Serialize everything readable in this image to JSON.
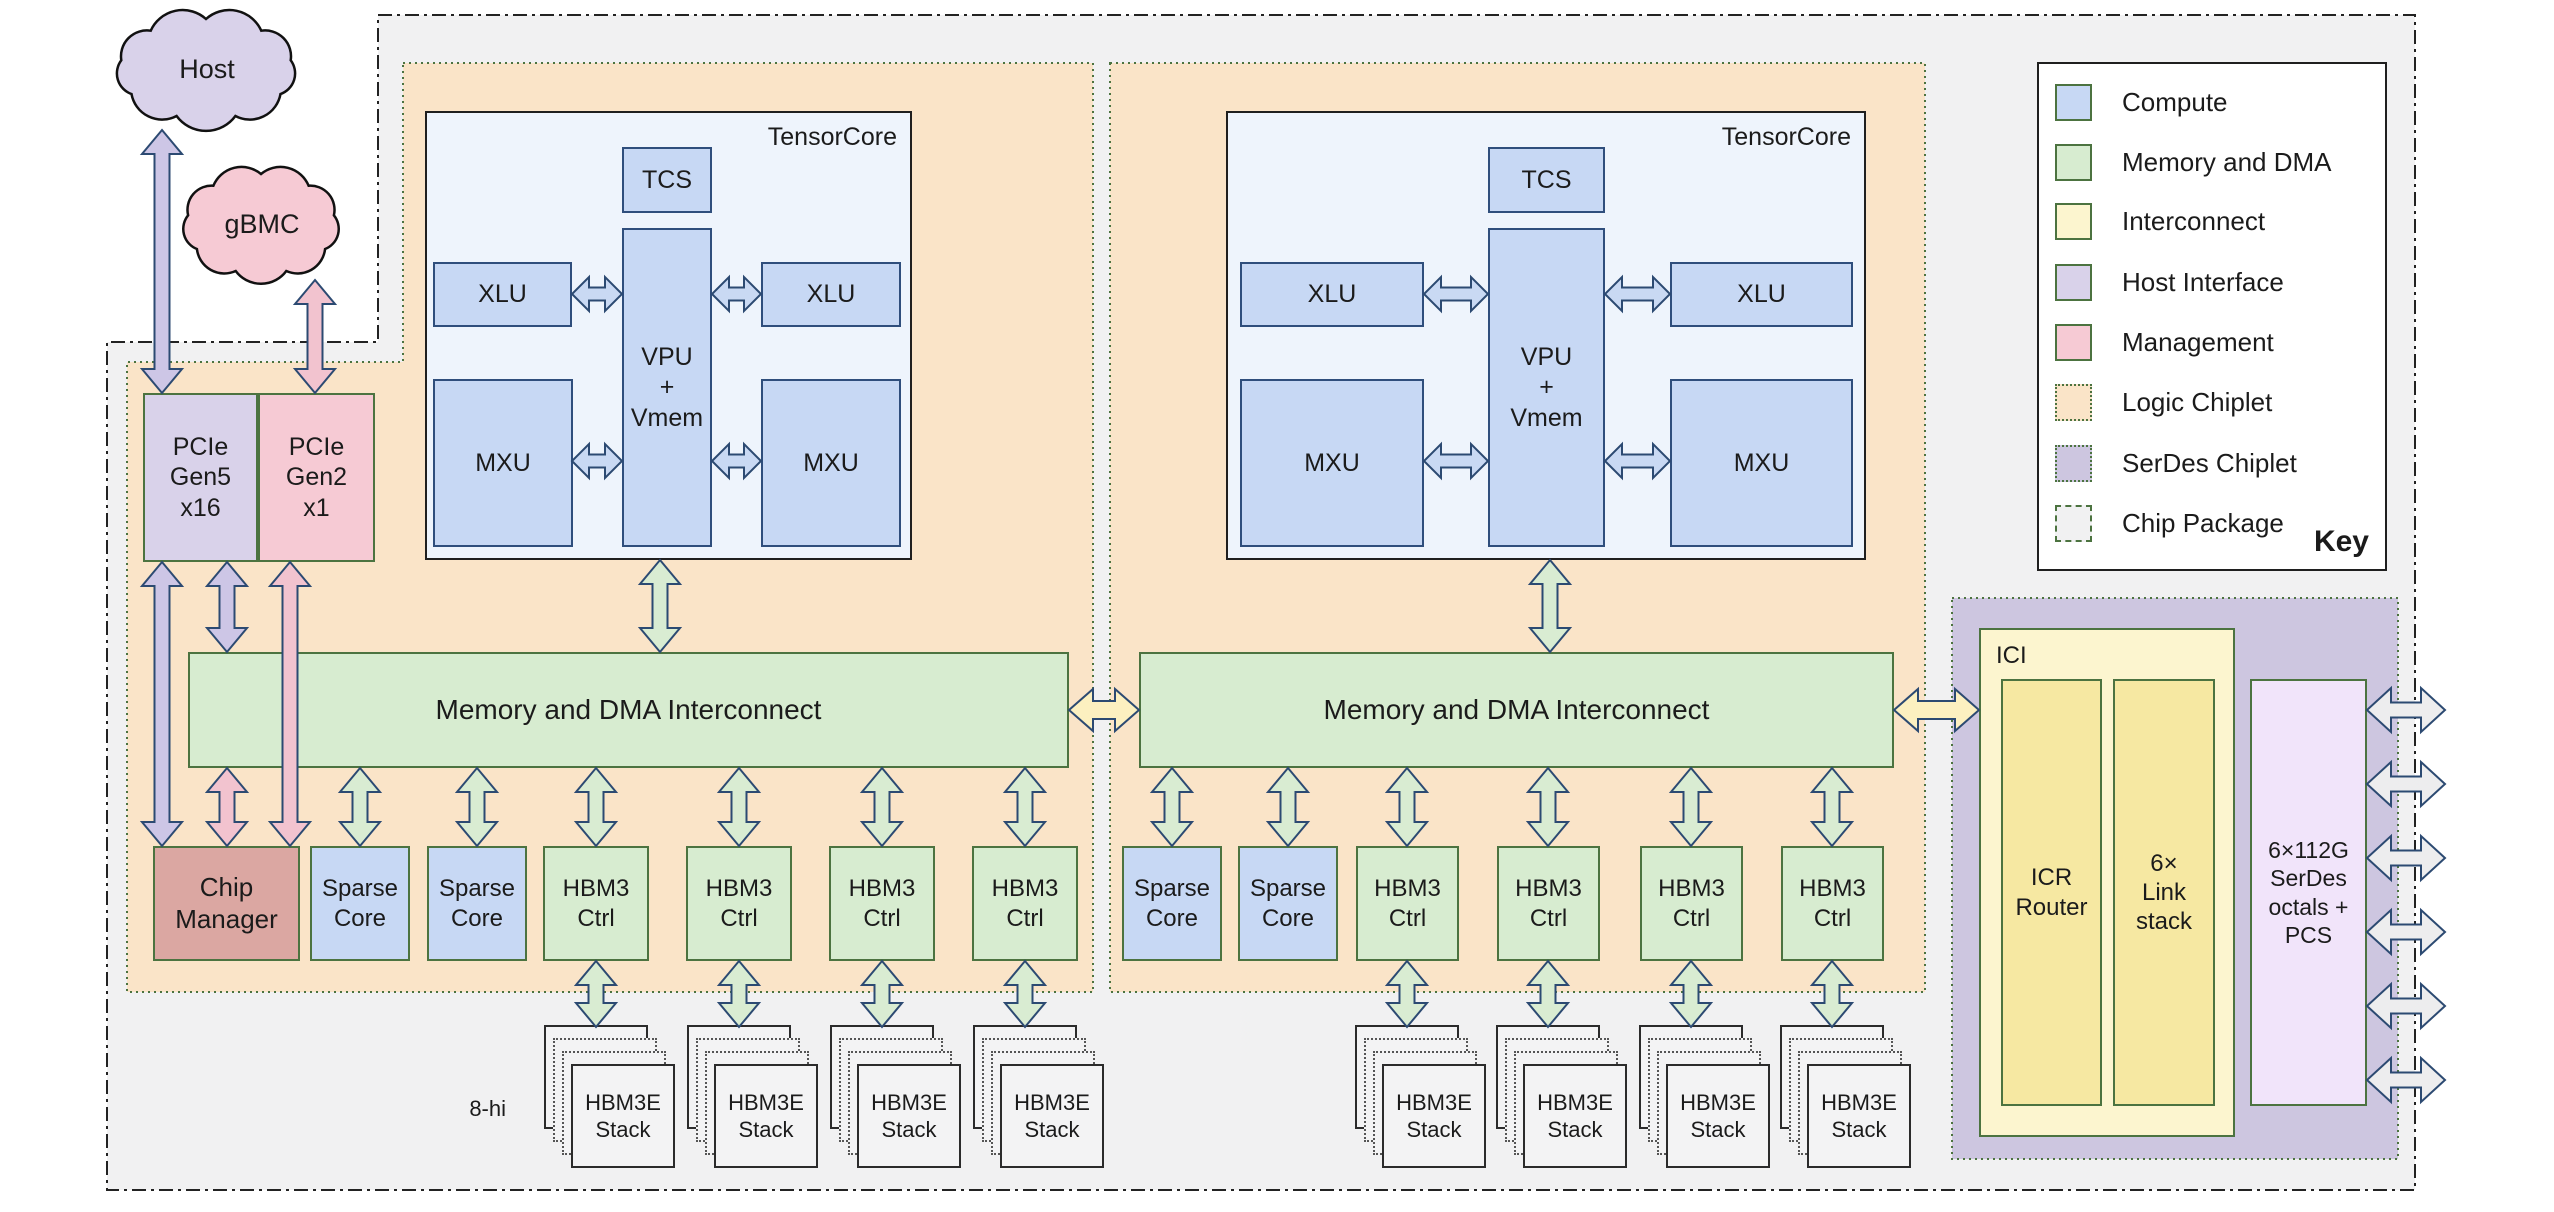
{
  "clouds": {
    "host": "Host",
    "gbmc": "gBMC"
  },
  "pcie": {
    "gen5": "PCIe\nGen5\nx16",
    "gen2": "PCIe\nGen2\nx1"
  },
  "chip_manager": "Chip\nManager",
  "sparse_core": "Sparse\nCore",
  "hbm_ctrl": "HBM3\nCtrl",
  "hbm_stack": "HBM3E\nStack",
  "stack_height_label": "8-hi",
  "tensorcore": {
    "title": "TensorCore",
    "tcs": "TCS",
    "xlu": "XLU",
    "vpu": "VPU\n+\nVmem",
    "mxu": "MXU"
  },
  "interconnect_label": "Memory and DMA Interconnect",
  "ici": {
    "title": "ICI",
    "icr": "ICR\nRouter",
    "link": "6×\nLink\nstack"
  },
  "serdes_box": "6×112G\nSerDes\noctals +\nPCS",
  "legend": {
    "title": "Key",
    "items": [
      {
        "label": "Compute",
        "color": "#c7d8f4",
        "border": "solid"
      },
      {
        "label": "Memory and DMA",
        "color": "#d7ecd0",
        "border": "solid"
      },
      {
        "label": "Interconnect",
        "color": "#fcf5cf",
        "border": "solid"
      },
      {
        "label": "Host Interface",
        "color": "#d9d2ea",
        "border": "solid"
      },
      {
        "label": "Management",
        "color": "#f6cad4",
        "border": "solid"
      },
      {
        "label": "Logic Chiplet",
        "color": "#fae4c8",
        "border": "dotted"
      },
      {
        "label": "SerDes Chiplet",
        "color": "#cdc6e0",
        "border": "dotted"
      },
      {
        "label": "Chip Package",
        "color": "#f1f1f2",
        "border": "dashed"
      }
    ]
  },
  "colors": {
    "arrow_stroke": "#2c4a72",
    "purple": "#cdc6e6",
    "pink": "#f2c3cf",
    "green": "#d9ecd2",
    "blue": "#c9d9f3",
    "yellow": "#fcf0c0",
    "gray": "#ededee",
    "cloud_host": "#d9d2ea",
    "cloud_gbmc": "#f6cad4",
    "region_border": "#4c7340"
  }
}
